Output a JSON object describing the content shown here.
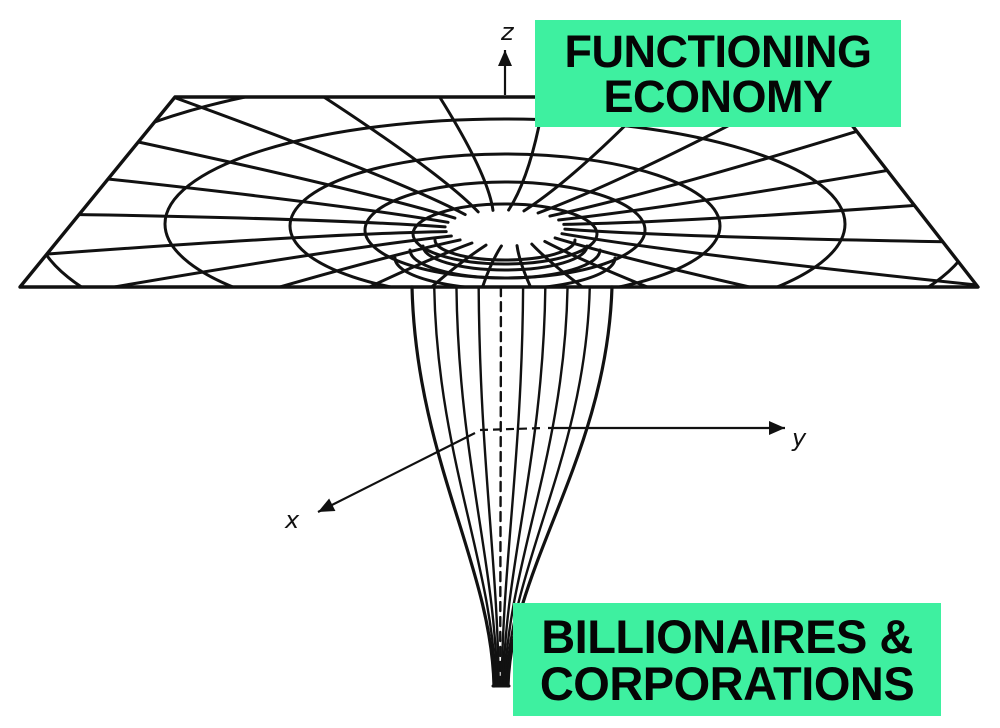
{
  "diagram": {
    "labels": {
      "top_line1": "FUNCTIONING",
      "top_line2": "ECONOMY",
      "bottom_line1": "BILLIONAIRES &",
      "bottom_line2": "CORPORATIONS"
    },
    "axes": {
      "x": "x",
      "y": "y",
      "z": "z"
    },
    "colors": {
      "label_background": "#3ef0a0",
      "ink": "#111111",
      "background": "#ffffff"
    }
  }
}
